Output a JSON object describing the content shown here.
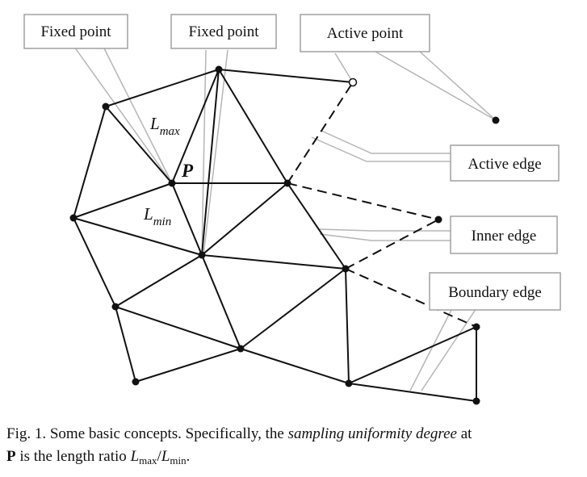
{
  "labels": {
    "fixed_point_1": "Fixed point",
    "fixed_point_2": "Fixed point",
    "active_point": "Active point",
    "active_edge": "Active edge",
    "inner_edge": "Inner edge",
    "boundary_edge": "Boundary edge"
  },
  "symbols": {
    "point": "P",
    "l_max_base": "L",
    "l_max_sub": "max",
    "l_min_base": "L",
    "l_min_sub": "min"
  },
  "caption": {
    "line1_prefix": "Fig. 1. Some basic concepts. Specifically, the ",
    "line1_italic": "sampling uniformity degree",
    "line1_suffix": " at",
    "line2_bold": "P",
    "line2_text": " is the length ratio ",
    "ratio_num_base": "L",
    "ratio_num_sub": "max",
    "ratio_slash": "/",
    "ratio_den_base": "L",
    "ratio_den_sub": "min",
    "line2_end": "."
  }
}
